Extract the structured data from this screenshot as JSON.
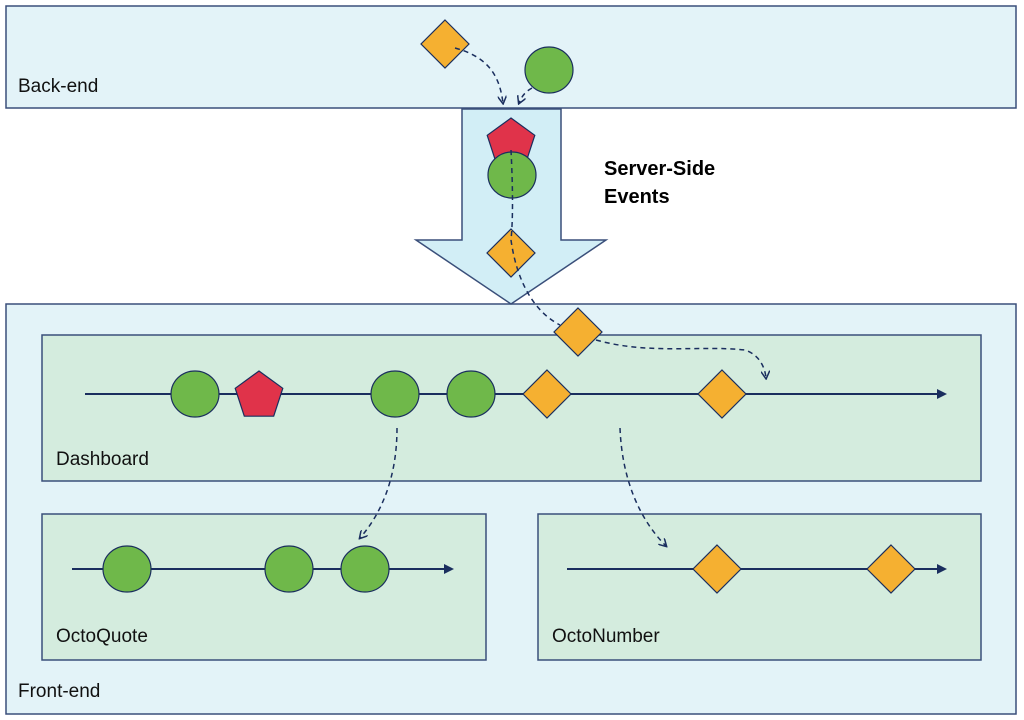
{
  "colors": {
    "outer_fill": "#e3f3f8",
    "outer_stroke": "#3a4f7a",
    "inner_fill": "#d4ecde",
    "inner_stroke": "#3a4f7a",
    "arrow_fill": "#d2eef6",
    "circle": "#6fb84a",
    "diamond": "#f5b031",
    "pentagon": "#e0334a",
    "line": "#1a2e5e"
  },
  "backend": {
    "label": "Back-end"
  },
  "frontend": {
    "label": "Front-end"
  },
  "transport": {
    "label_line1": "Server-Side",
    "label_line2": "Events"
  },
  "dashboard": {
    "label": "Dashboard",
    "events": [
      "circle",
      "pentagon",
      "circle",
      "circle",
      "diamond",
      "diamond"
    ]
  },
  "octoquote": {
    "label": "OctoQuote",
    "events": [
      "circle",
      "circle",
      "circle"
    ]
  },
  "octonumber": {
    "label": "OctoNumber",
    "events": [
      "diamond",
      "diamond"
    ]
  }
}
